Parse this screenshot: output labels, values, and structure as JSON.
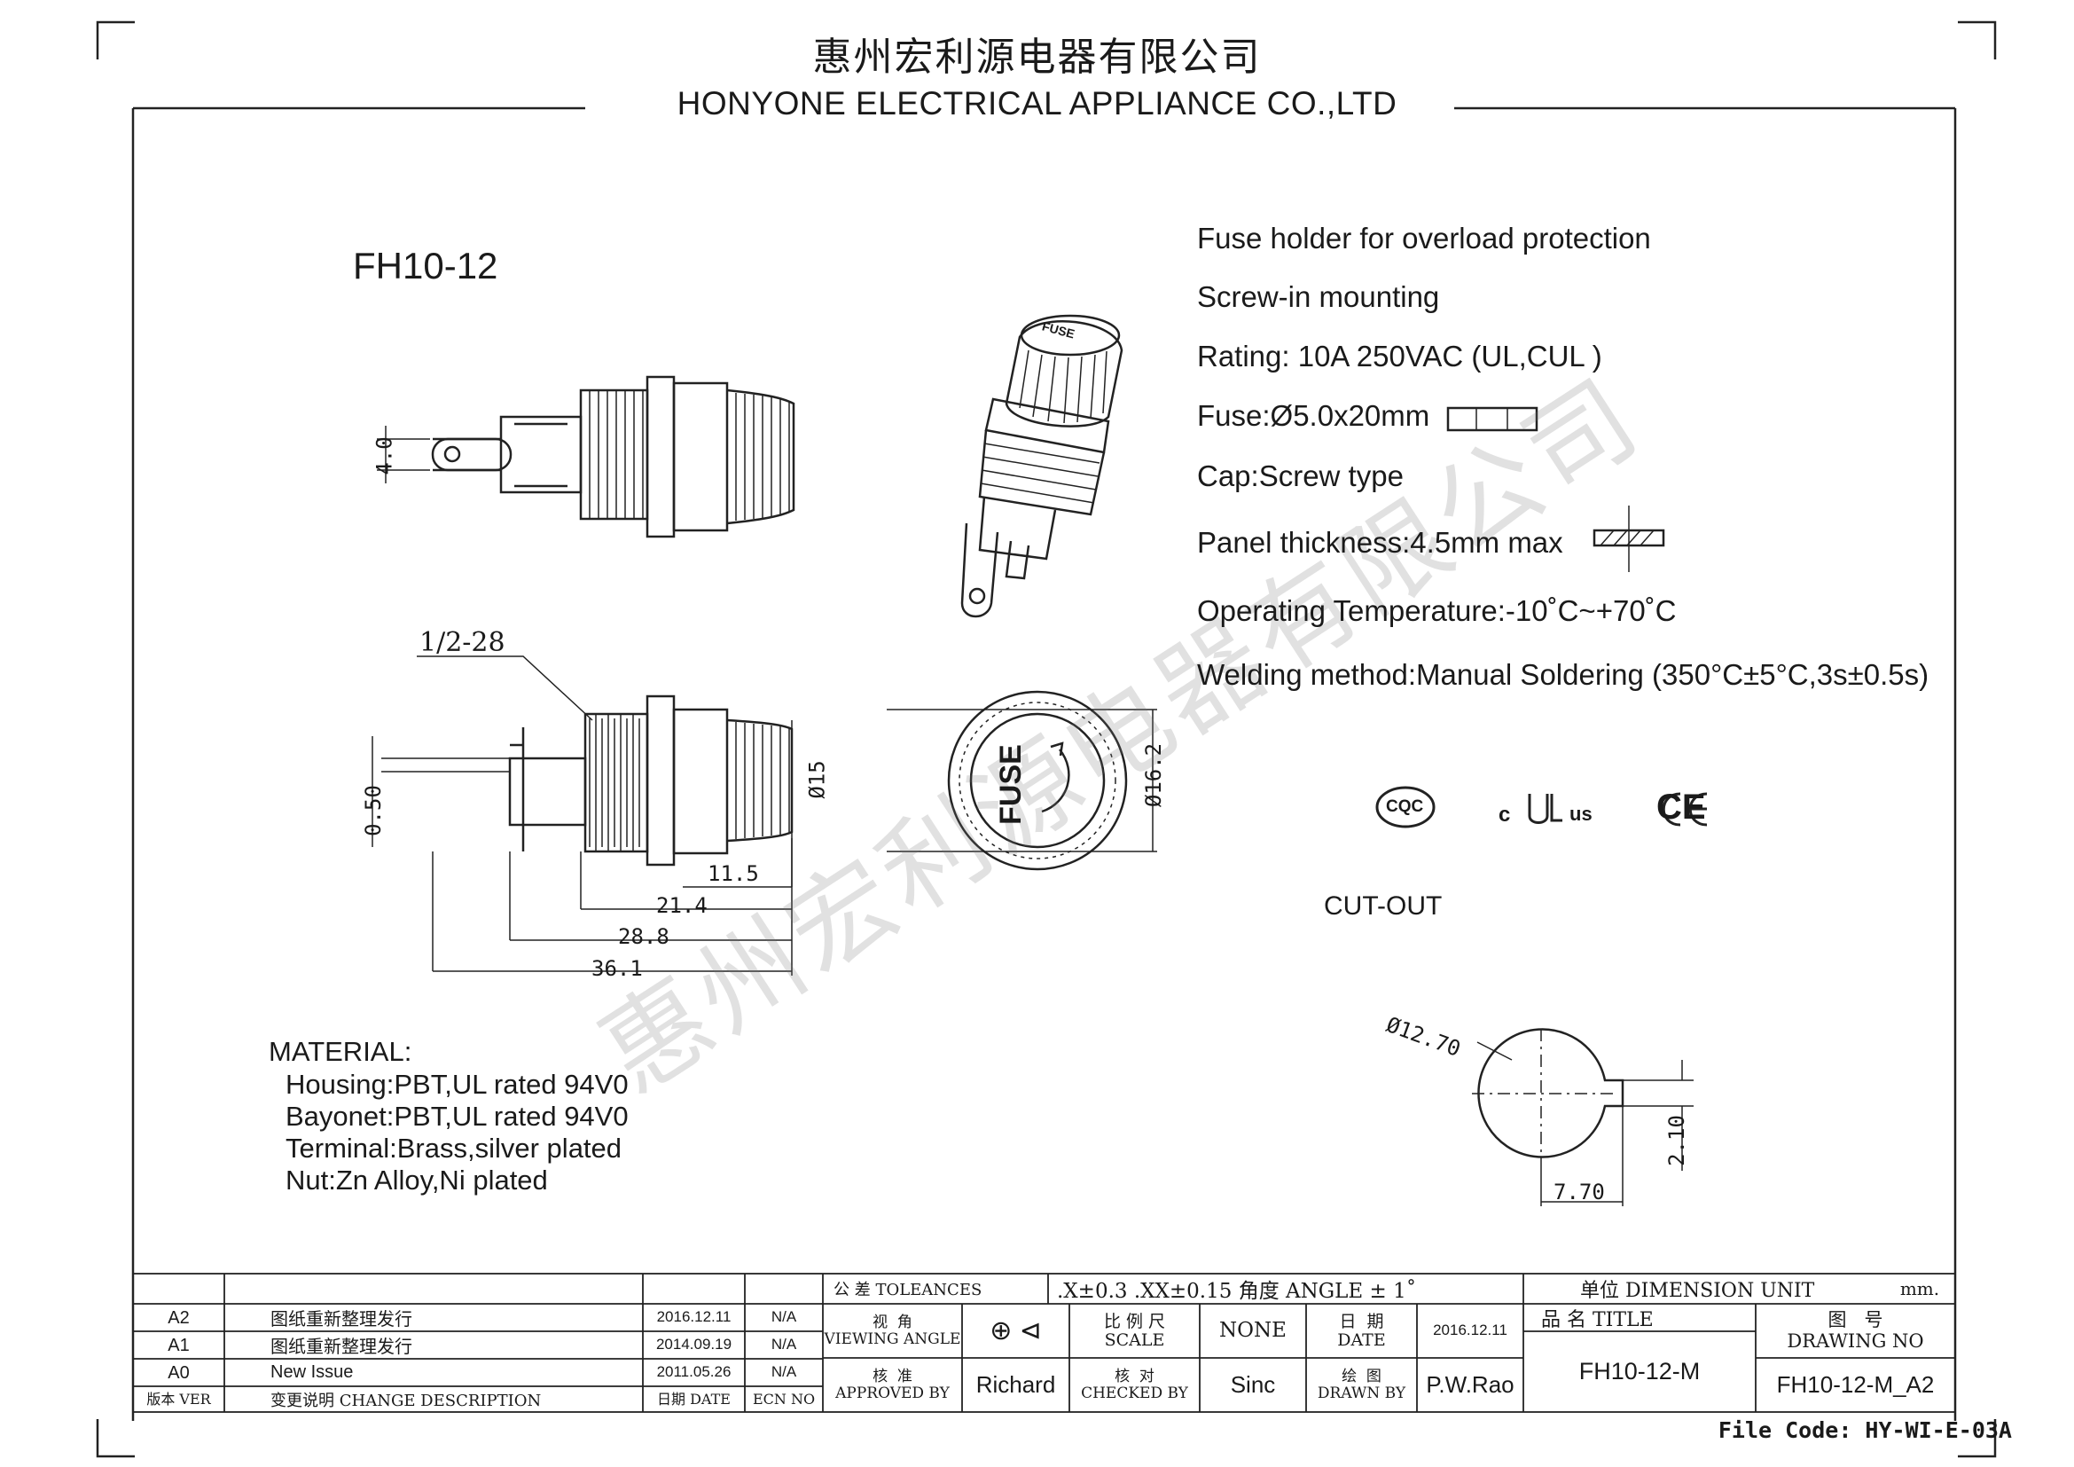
{
  "header": {
    "company_cn": "惠州宏利源电器有限公司",
    "company_en": "HONYONE ELECTRICAL APPLIANCE  CO.,LTD"
  },
  "model": "FH10-12",
  "specs": [
    "Fuse holder for overload protection",
    "Screw-in mounting",
    "Rating: 10A 250VAC (UL,CUL )",
    "Fuse:Ø5.0x20mm",
    "Cap:Screw type",
    "Panel thickness:4.5mm max",
    "Operating Temperature:-10˚C~+70˚C",
    "Welding method:Manual Soldering (350°C±5°C,3s±0.5s)"
  ],
  "certifications": [
    "CQC",
    "c",
    "us",
    "CE"
  ],
  "cap_text": "FUSE",
  "dimensions": {
    "terminal_width": "4.0",
    "thread": "1/2-28",
    "offset": "0.50",
    "d_body": "Ø15",
    "d_cap": "Ø16.2",
    "l_cap": "11.5",
    "l_body": "21.4",
    "l_thread": "28.8",
    "l_total": "36.1"
  },
  "cutout": {
    "label": "CUT-OUT",
    "diameter": "Ø12.70",
    "flat": "7.70",
    "key": "2.10"
  },
  "material": {
    "title": "MATERIAL:",
    "items": [
      "Housing:PBT,UL rated 94V0",
      "Bayonet:PBT,UL rated 94V0",
      "Terminal:Brass,silver  plated",
      "Nut:Zn Alloy,Ni plated"
    ]
  },
  "watermark": "惠州宏利源电器有限公司",
  "title_block": {
    "revisions": [
      {
        "ver": "A2",
        "desc": "图纸重新整理发行",
        "date": "2016.12.11",
        "ecn": "N/A"
      },
      {
        "ver": "A1",
        "desc": "图纸重新整理发行",
        "date": "2014.09.19",
        "ecn": "N/A"
      },
      {
        "ver": "A0",
        "desc": "New Issue",
        "date": "2011.05.26",
        "ecn": "N/A"
      }
    ],
    "headers": {
      "ver": "版本 VER",
      "desc": "变更说明  CHANGE DESCRIPTION",
      "date": "日期 DATE",
      "ecn": "ECN NO"
    },
    "tolerances_label": "公  差  TOLEANCES",
    "tolerances_value": ".X±0.3  .XX±0.15  角度 ANGLE ± 1˚",
    "unit_label": "单位   DIMENSION UNIT",
    "unit_value": "mm.",
    "viewing_angle": "视  角\nVIEWING ANGLE",
    "scale_label": "比 例 尺\nSCALE",
    "scale_value": "NONE",
    "date_label": "日  期\nDATE",
    "date_value": "2016.12.11",
    "title_label": "品   名    TITLE",
    "drawing_label": "图   号\nDRAWING NO",
    "approved_label": "核  准\nAPPROVED BY",
    "approved_value": "Richard",
    "checked_label": "核  对\nCHECKED BY",
    "checked_value": "Sinc",
    "drawn_label": "绘  图\nDRAWN BY",
    "drawn_value": "P.W.Rao",
    "title_value": "FH10-12-M",
    "drawing_value": "FH10-12-M_A2"
  },
  "file_code": "File Code: HY-WI-E-03A"
}
